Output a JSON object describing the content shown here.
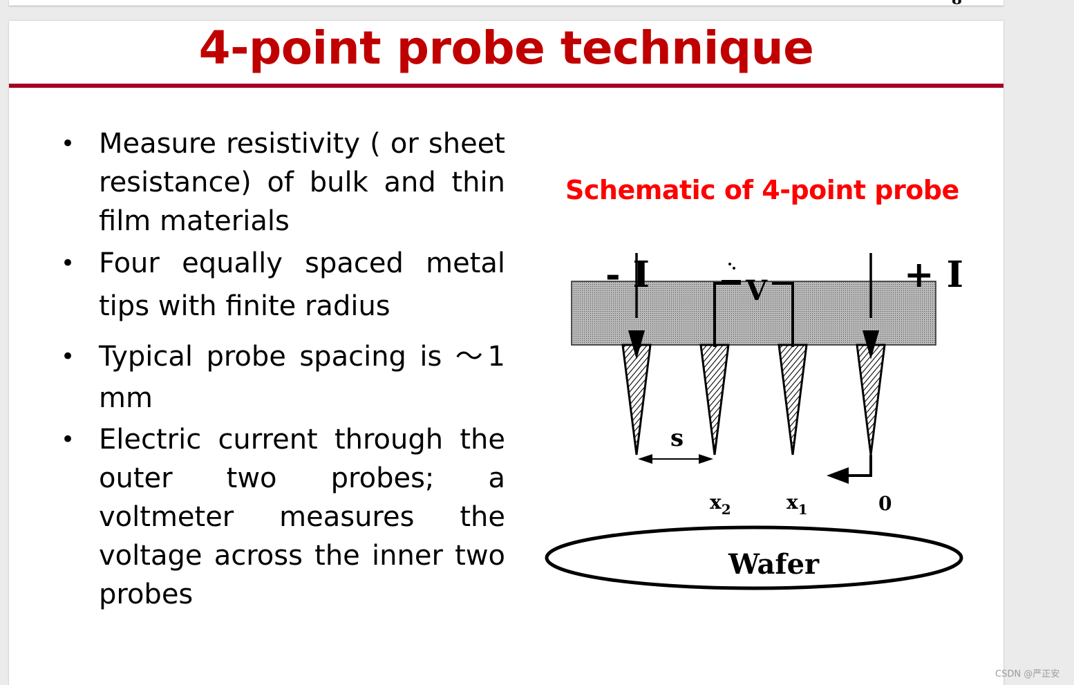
{
  "slide": {
    "title": "4-point probe technique",
    "bullets": [
      "Measure resistivity ( or sheet resistance) of bulk and thin film materials",
      "Four equally spaced metal tips with finite radius",
      "Typical probe spacing is ～1 mm",
      "Electric current through the outer two probes; a voltmeter measures the voltage across the inner two probes"
    ]
  },
  "diagram": {
    "caption": "Schematic of 4-point probe",
    "labels": {
      "minus_current": "- I",
      "plus_current": "+ I",
      "voltage": "V",
      "spacing": "s",
      "x2": "x",
      "x2_sub": "2",
      "x1": "x",
      "x1_sub": "1",
      "origin": "0",
      "wafer": "Wafer"
    }
  },
  "watermark": "CSDN @严正安"
}
